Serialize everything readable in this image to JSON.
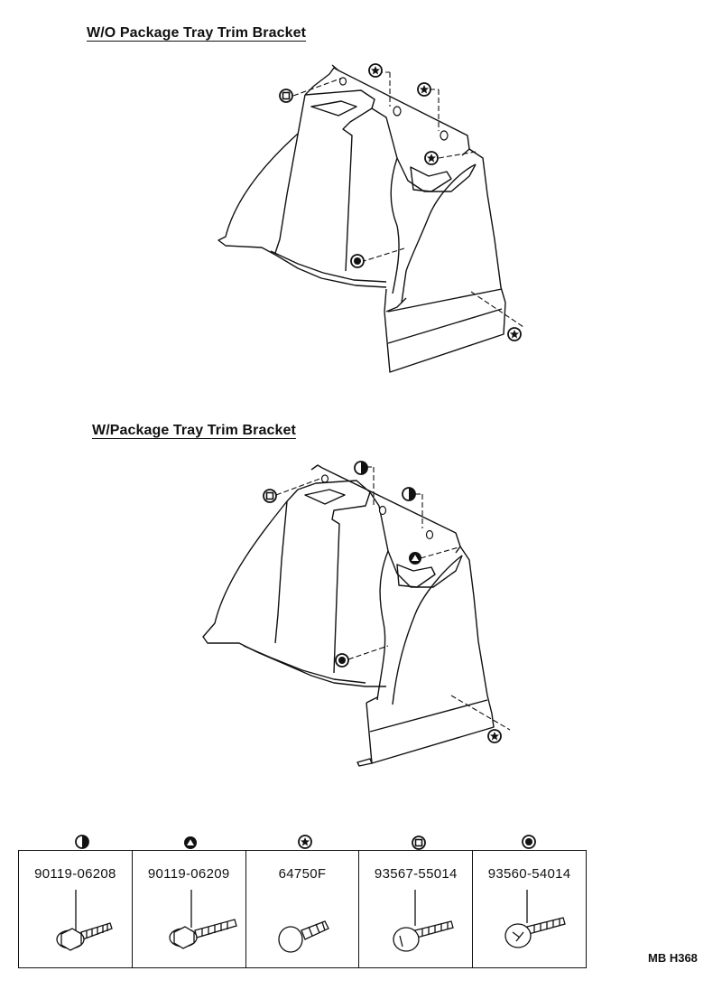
{
  "diagram": {
    "heading_without_bracket": "W/O Package Tray Trim Bracket",
    "heading_with_bracket": "W/Package Tray Trim Bracket",
    "document_code": "MB H368"
  },
  "parts": [
    {
      "symbol": "half-filled-circle-icon",
      "part_no": "90119-06208"
    },
    {
      "symbol": "triangle-in-circle-icon",
      "part_no": "90119-06209"
    },
    {
      "symbol": "star-in-circle-icon",
      "part_no": "64750F"
    },
    {
      "symbol": "square-in-circle-icon",
      "part_no": "93567-55014"
    },
    {
      "symbol": "dot-in-circle-icon",
      "part_no": "93560-54014"
    }
  ]
}
